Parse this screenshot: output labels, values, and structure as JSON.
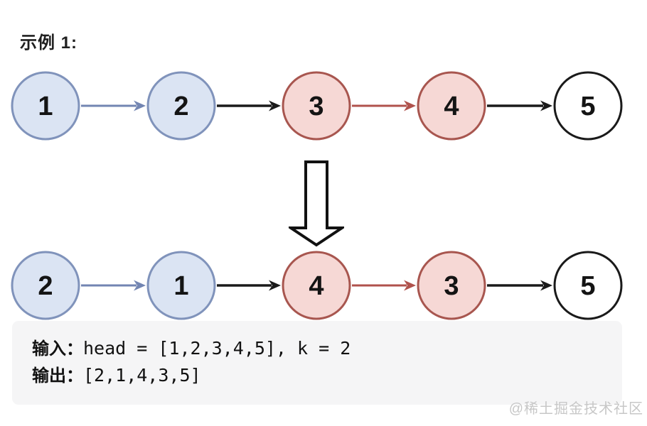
{
  "title": "示例 1:",
  "colors": {
    "blue_fill": "#dbe4f3",
    "blue_border": "#8093bb",
    "blue_arrow": "#7285b2",
    "red_fill": "#f6d8d5",
    "red_border": "#a8564f",
    "red_arrow": "#b0524c",
    "white_fill": "#ffffff",
    "black": "#1a1a1a"
  },
  "list_before": {
    "nodes": [
      {
        "label": "1",
        "style": "blue"
      },
      {
        "label": "2",
        "style": "blue"
      },
      {
        "label": "3",
        "style": "red"
      },
      {
        "label": "4",
        "style": "red"
      },
      {
        "label": "5",
        "style": "white"
      }
    ],
    "arrows": [
      "blue",
      "black",
      "red",
      "black"
    ]
  },
  "list_after": {
    "nodes": [
      {
        "label": "2",
        "style": "blue"
      },
      {
        "label": "1",
        "style": "blue"
      },
      {
        "label": "4",
        "style": "red"
      },
      {
        "label": "3",
        "style": "red"
      },
      {
        "label": "5",
        "style": "white"
      }
    ],
    "arrows": [
      "blue",
      "black",
      "red",
      "black"
    ]
  },
  "io_box": {
    "input_label": "输入：",
    "input_value": "head = [1,2,3,4,5], k = 2",
    "output_label": "输出：",
    "output_value": "[2,1,4,3,5]"
  },
  "watermark": "@稀土掘金技术社区"
}
